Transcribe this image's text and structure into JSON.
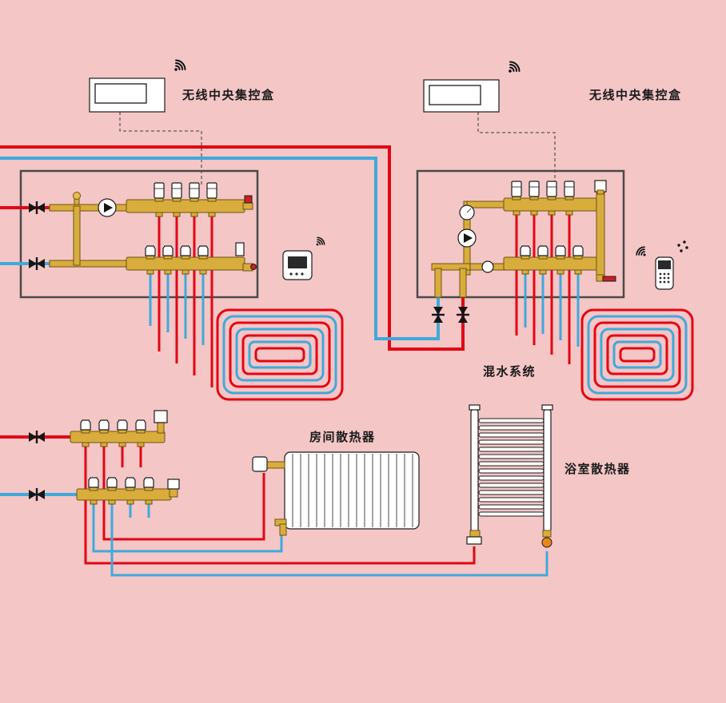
{
  "scene": "underfloor-heating-and-radiator-system-diagram",
  "colors": {
    "background": "#f4c6c6",
    "supply_pipe_red": "#e30613",
    "return_pipe_blue": "#3fa9dc",
    "brass_fitting": "#d9ad3c",
    "diagram_outline": "#1c1c1c"
  },
  "labels": {
    "control_box_left": "无线中央集控盒",
    "control_box_right": "无线中央集控盒",
    "mixing_system": "混水系统",
    "room_radiator": "房间散热器",
    "bathroom_radiator": "浴室散热器"
  },
  "icons": {
    "wifi_left": "wifi-signal-icon",
    "wifi_right": "wifi-signal-icon",
    "wifi_thermostat": "wifi-signal-icon",
    "wifi_remote": "wifi-signal-icon"
  },
  "components": [
    "wireless-central-control-box-left",
    "wireless-central-control-box-right",
    "manifold-station-left",
    "mixing-manifold-station-right",
    "lower-manifold-station",
    "floor-heating-coil-left",
    "floor-heating-coil-right",
    "wall-thermostat",
    "remote-control",
    "room-radiator",
    "towel-radiator"
  ]
}
